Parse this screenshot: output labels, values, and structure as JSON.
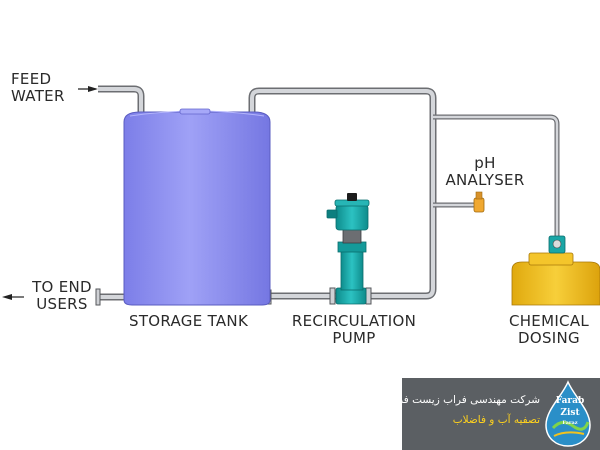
{
  "labels": {
    "feed_water_line1": "FEED",
    "feed_water_line2": "WATER",
    "to_end_users_line1": "TO END",
    "to_end_users_line2": "USERS",
    "storage_tank": "STORAGE TANK",
    "recirculation_line1": "RECIRCULATION",
    "recirculation_line2": "PUMP",
    "ph_line1": "pH",
    "ph_line2": "ANALYSER",
    "chemical_line1": "CHEMICAL",
    "chemical_line2": "DOSING"
  },
  "logo": {
    "company_fa": "شرکت مهندسی فراب زیست فراز",
    "service_fa": "تصفیه آب و فاضلاب",
    "brand_line1": "Farab",
    "brand_line2": "Zist",
    "brand_line3": "Faraz"
  },
  "colors": {
    "tank": "#8c8ef0",
    "pipe": "#c9cbd0",
    "pump": "#1aa6a6",
    "dosing": "#f2c21e",
    "analyser": "#f0a830",
    "logo_bg": "#5b5f63",
    "logo_accent": "#ffd21e"
  }
}
